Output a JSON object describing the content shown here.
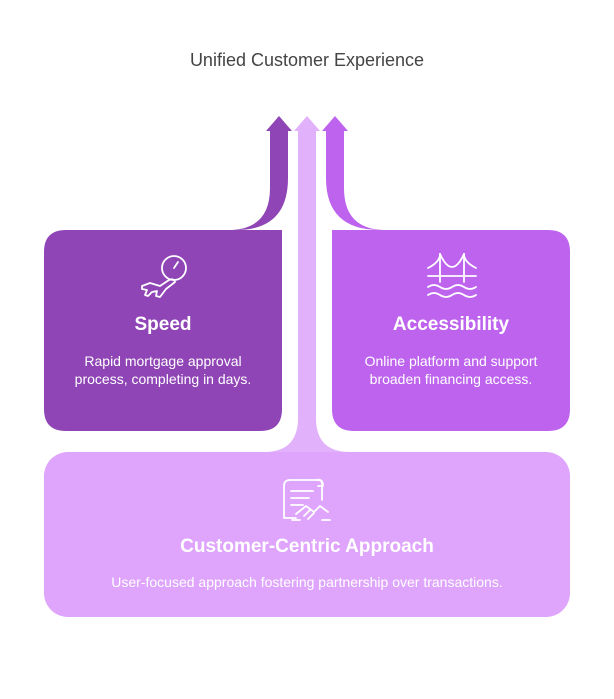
{
  "title": "Unified Customer Experience",
  "colors": {
    "speed": "#8f45b5",
    "accessibility": "#bd63ee",
    "base": "#dfa4fc",
    "center_arrow": "#e2b1fb"
  },
  "cards": {
    "speed": {
      "title": "Speed",
      "description": "Rapid mortgage approval process, completing in days.",
      "icon": "plane-clock-icon"
    },
    "accessibility": {
      "title": "Accessibility",
      "description": "Online platform and support broaden financing access.",
      "icon": "bridge-icon"
    },
    "base": {
      "title": "Customer-Centric Approach",
      "description": "User-focused approach fostering partnership over transactions.",
      "icon": "contract-handshake-icon"
    }
  }
}
